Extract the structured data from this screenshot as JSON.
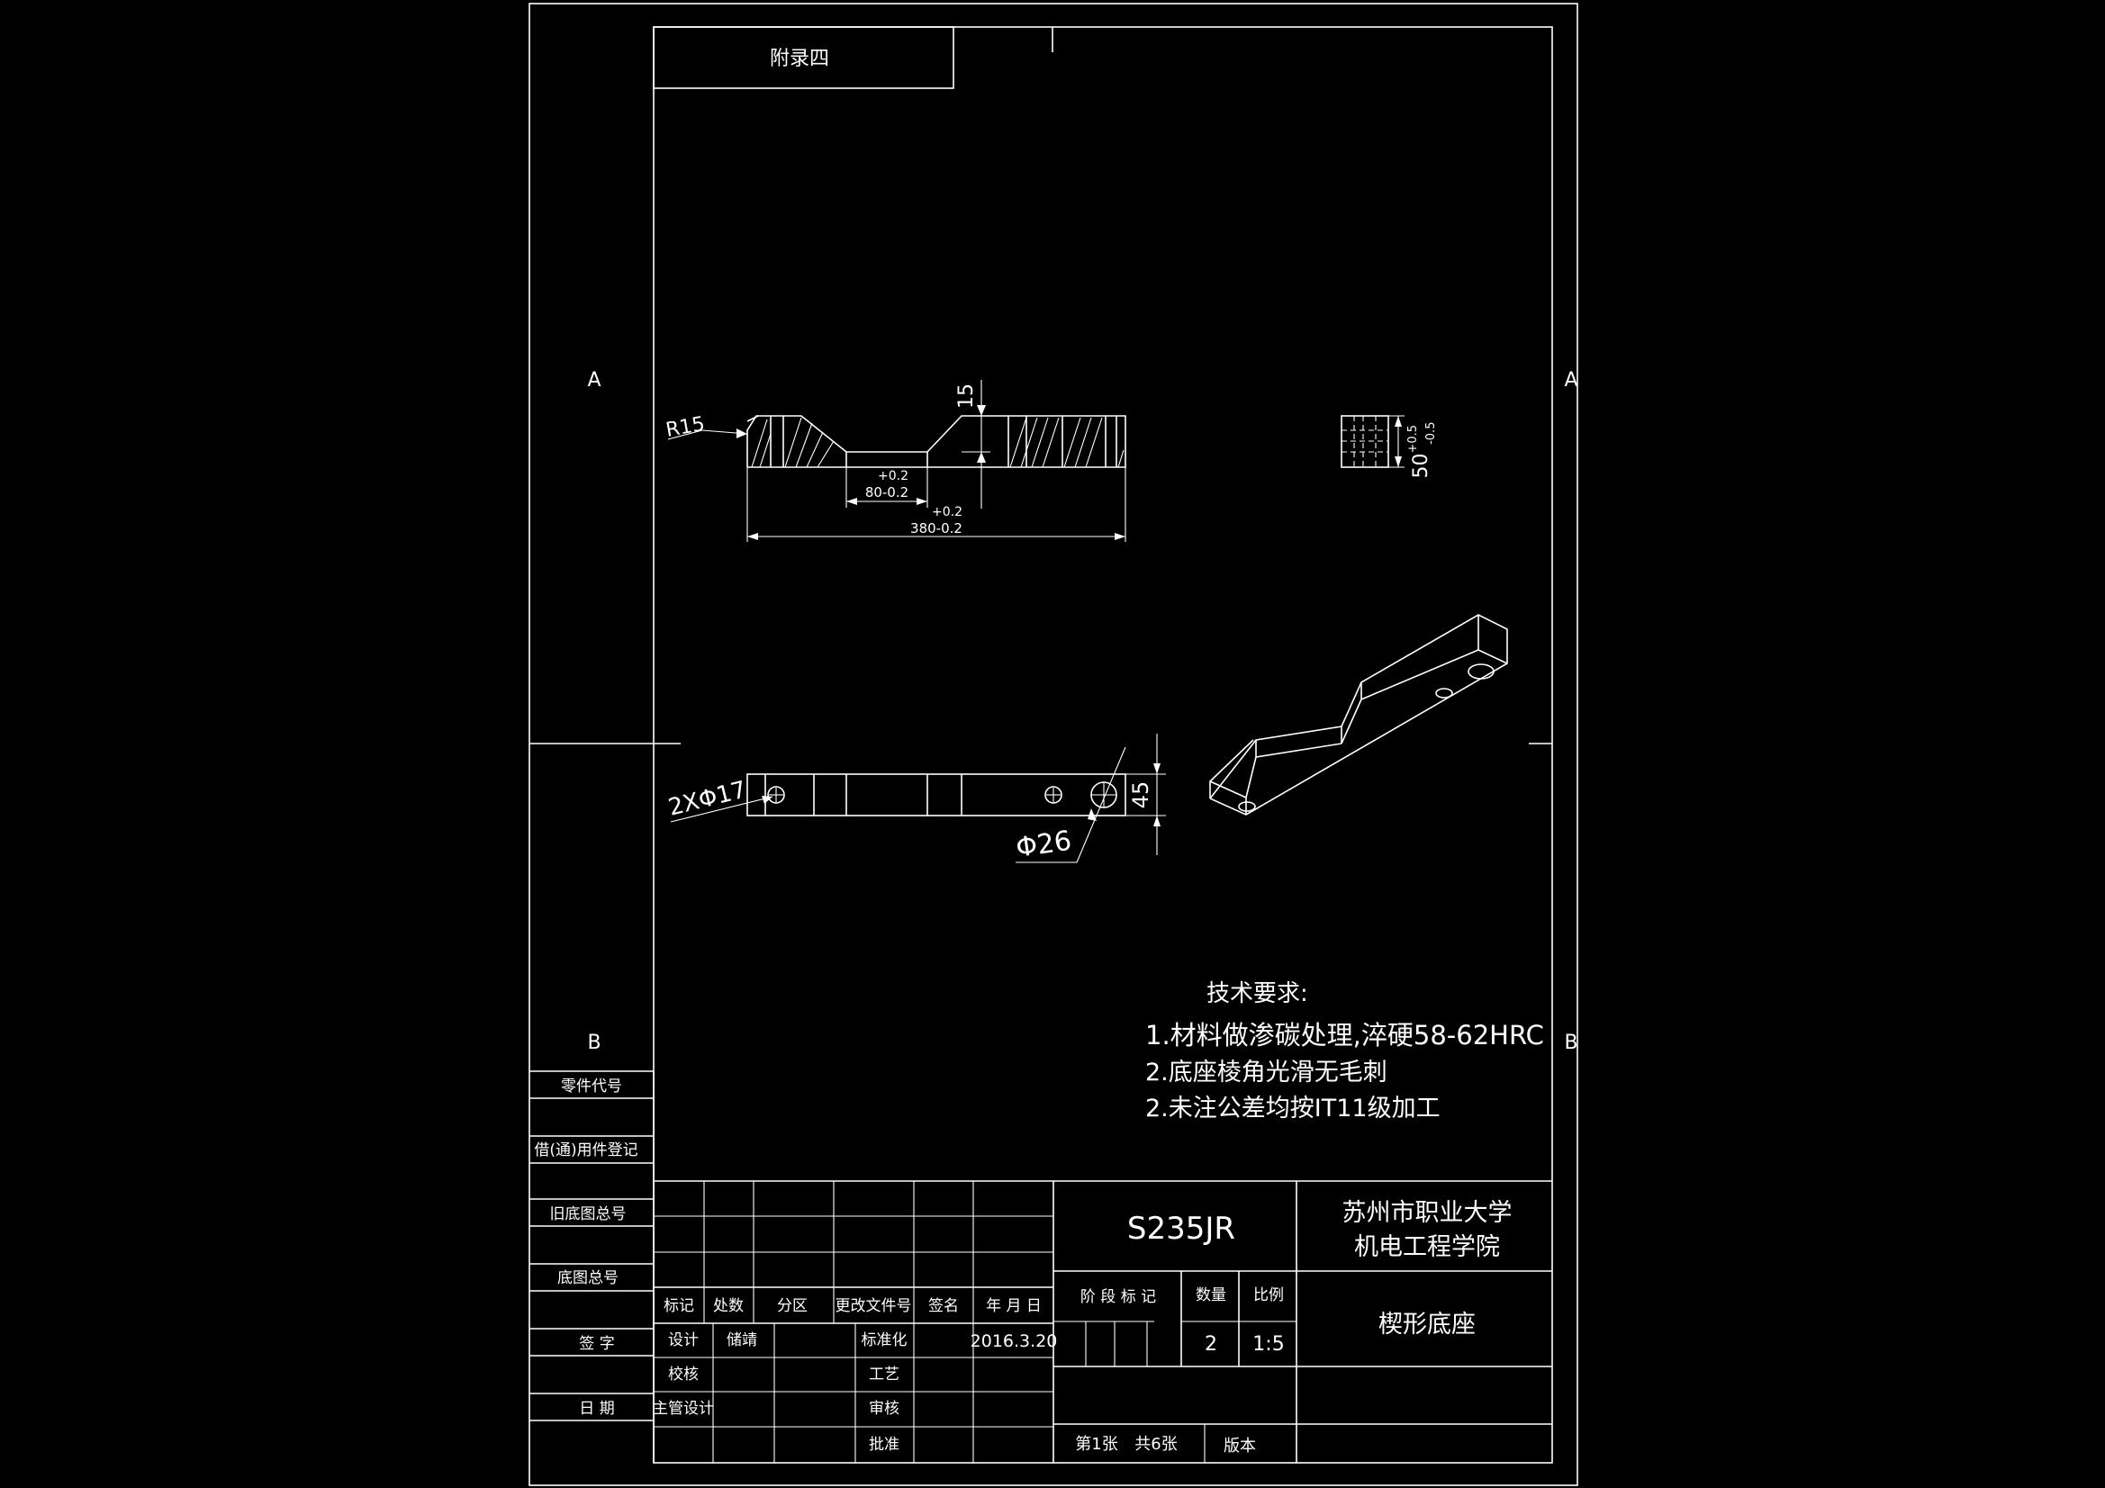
{
  "colors": {
    "background": "#000000",
    "line": "#ffffff"
  },
  "appendix_label": "附录四",
  "zones": {
    "a_left": "A",
    "a_right": "A",
    "b_left": "B",
    "b_right": "B"
  },
  "side_table": {
    "part_code": "零件代号",
    "borrowed_reg": "借(通)用件登记",
    "old_base_no": "旧底图总号",
    "base_no": "底图总号",
    "signature": "签 字",
    "date": "日 期"
  },
  "dims": {
    "radius": "R15",
    "height": "15",
    "inner_width_tol": "+0.2",
    "inner_width": "80-0.2",
    "total_width_tol": "+0.2",
    "total_width": "380-0.2",
    "side_tol": "50",
    "side_tol_sup": "+0.5",
    "side_tol_sub": "-0.5",
    "holes_small": "2XΦ17",
    "hole_large": "Φ26",
    "depth": "45"
  },
  "tech_req": {
    "title": "技术要求:",
    "items": [
      "1.材料做渗碳处理,淬硬58-62HRC",
      "2.底座棱角光滑无毛刺",
      "2.未注公差均按IT11级加工"
    ]
  },
  "title_block": {
    "material": "S235JR",
    "school_line1": "苏州市职业大学",
    "school_line2": "机电工程学院",
    "drawing_name": "楔形底座",
    "header_mark": "标记",
    "header_count": "处数",
    "header_zone": "分区",
    "header_doc": "更改文件号",
    "header_sign": "签名",
    "header_date": "年 月 日",
    "design_label": "设计",
    "designer": "储靖",
    "standard_label": "标准化",
    "design_date": "2016.3.20",
    "check_label": "校核",
    "process_label": "工艺",
    "chief_label": "主管设计",
    "review_label": "审核",
    "approve_label": "批准",
    "stage_label": "阶 段 标 记",
    "qty_label": "数量",
    "scale_label": "比例",
    "qty": "2",
    "scale": "1:5",
    "sheet": "第1张",
    "total": "共6张",
    "version": "版本"
  }
}
